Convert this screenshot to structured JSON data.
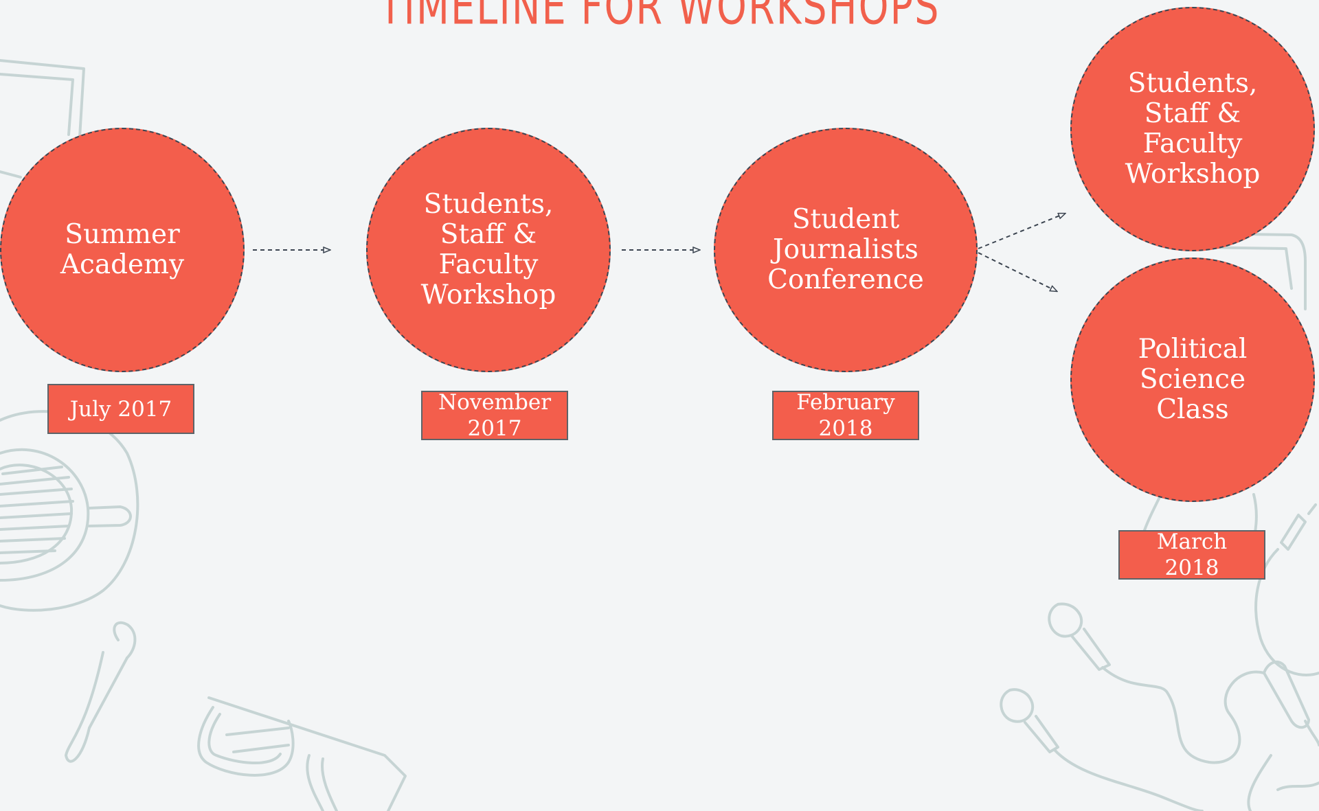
{
  "title": "TIMELINE FOR WORKSHOPS",
  "colors": {
    "background": "#f3f5f6",
    "accent": "#f35e4c",
    "title": "#f1604c",
    "connector": "#3b4450",
    "doodle": "#c6d4d4"
  },
  "nodes": [
    {
      "label": "Summer\nAcademy",
      "date": "July 2017"
    },
    {
      "label": "Students,\nStaff &\nFaculty\nWorkshop",
      "date": "November\n2017"
    },
    {
      "label": "Student\nJournalists\nConference",
      "date": "February\n2018"
    },
    {
      "label": "Students,\nStaff &\nFaculty\nWorkshop",
      "date": ""
    },
    {
      "label": "Political\nScience\nClass",
      "date": "March\n2018"
    }
  ],
  "icons": [
    "notebook-icon",
    "coffee-cup-icon",
    "spoon-icon",
    "glasses-icon",
    "earphones-icon",
    "phone-icon"
  ]
}
